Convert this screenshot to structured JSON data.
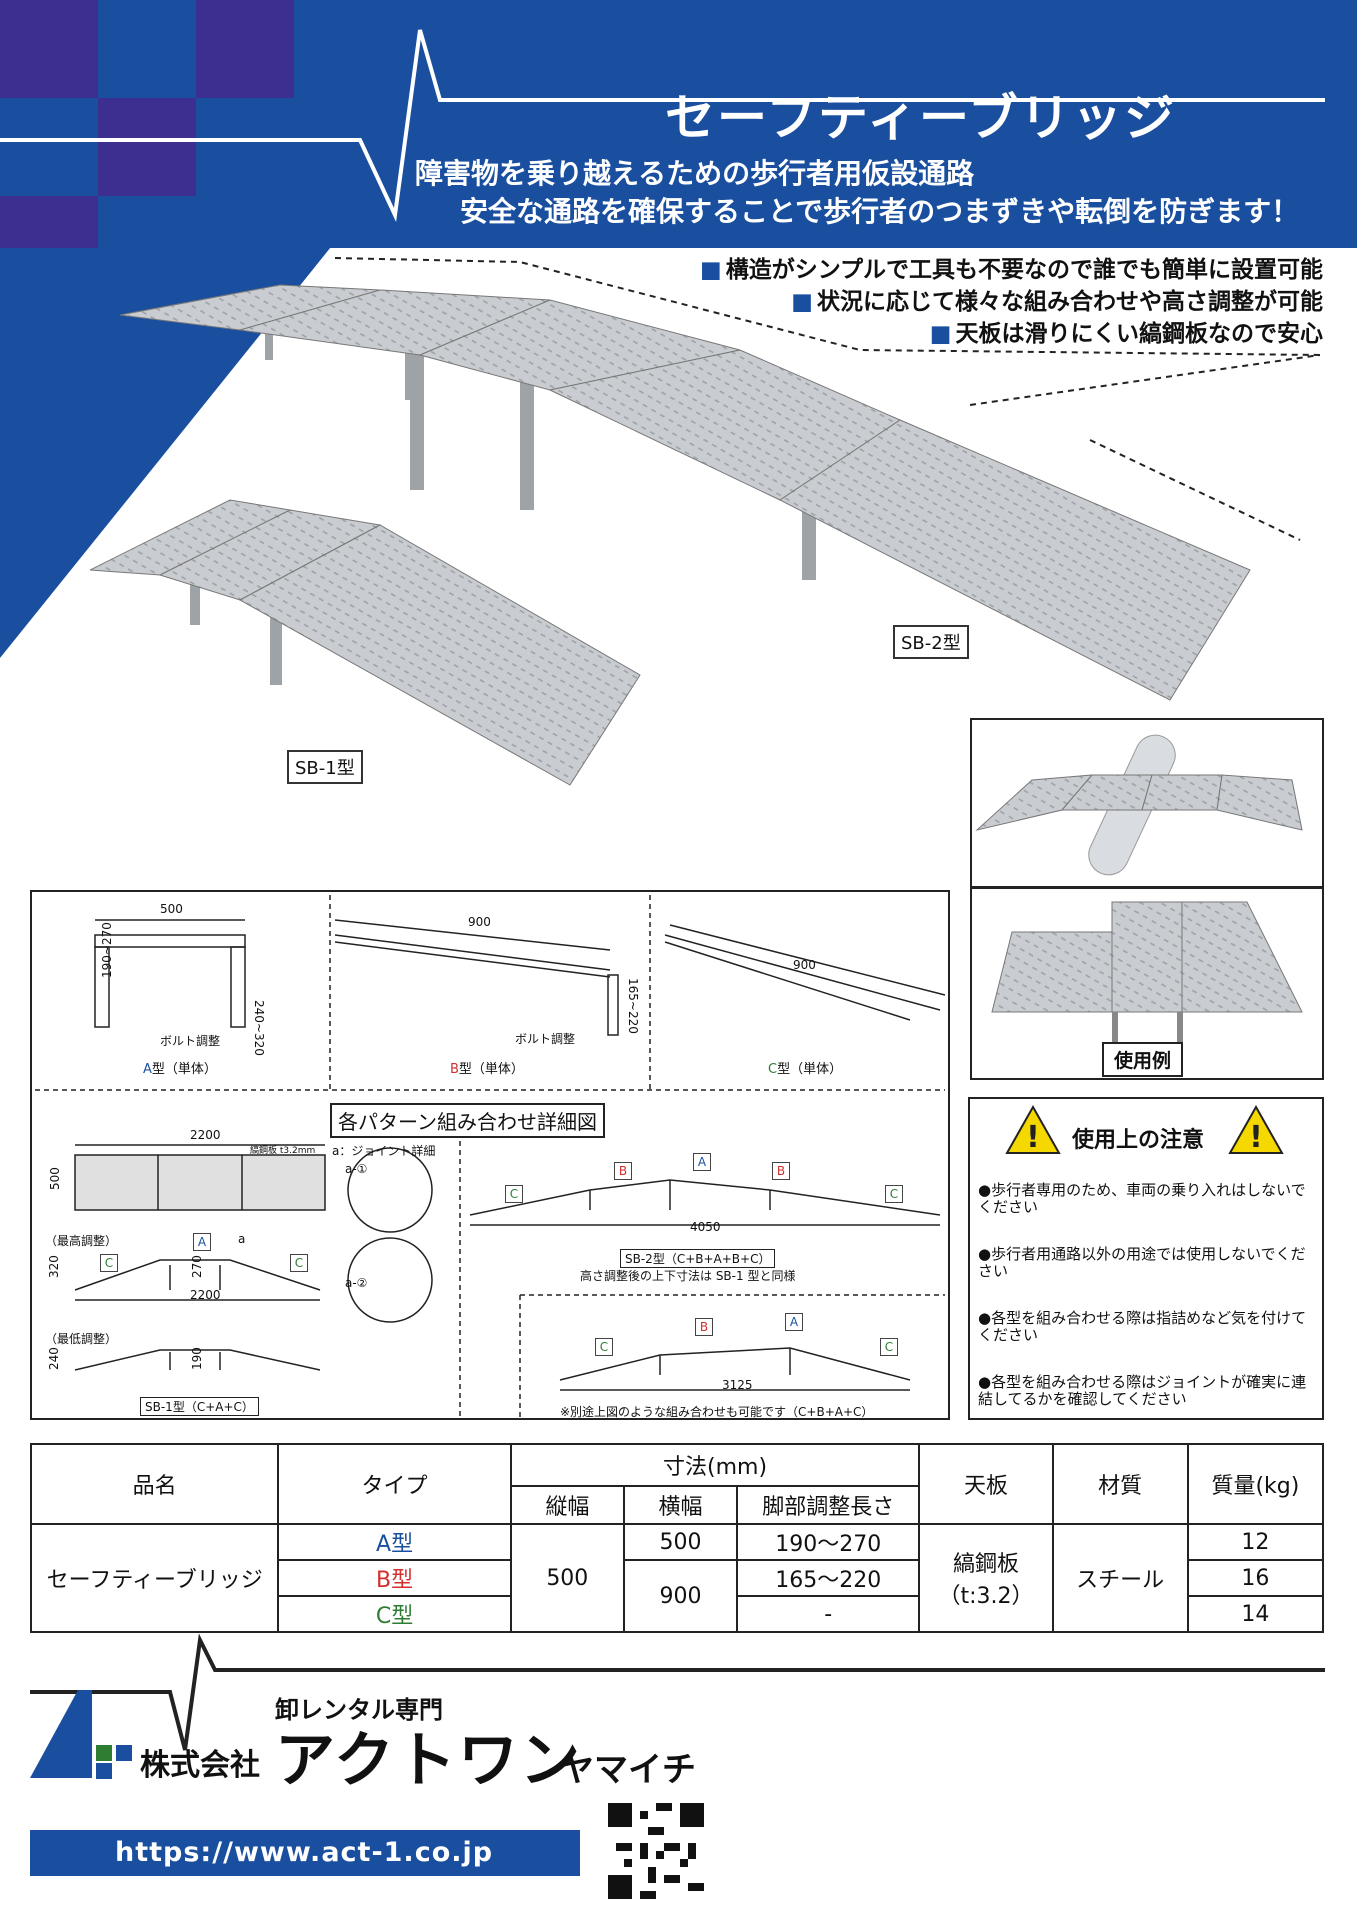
{
  "header": {
    "title": "セーフティーブリッジ",
    "subtitle_1": "障害物を乗り越えるための歩行者用仮設通路",
    "subtitle_2": "安全な通路を確保することで歩行者のつまずきや転倒を防ぎます！",
    "brand_blue": "#1a4fa0",
    "accent_purple": "#3c2f8f"
  },
  "features": [
    "構造がシンプルで工具も不要なので誰でも簡単に設置可能",
    "状況に応じて様々な組み合わせや高さ調整が可能",
    "天板は滑りにくい縞鋼板なので安心"
  ],
  "photos": {
    "sb2_label": "SB-2型",
    "sb1_label": "SB-1型",
    "usage_label": "使用例"
  },
  "diagram_single": {
    "a_width": "500",
    "a_height_range": "190~270",
    "a_total_range": "240~320",
    "a_bolt": "ボルト調整",
    "a_type_letter": "A",
    "a_type_suffix": "型（単体）",
    "b_length": "900",
    "b_height_range": "165~220",
    "b_bolt": "ボルト調整",
    "b_type_letter": "B",
    "b_type_suffix": "型（単体）",
    "c_length": "900",
    "c_type_letter": "C",
    "c_type_suffix": "型（単体）"
  },
  "diagram_combo": {
    "heading": "各パターン組み合わせ詳細図",
    "top_width": "2200",
    "plate_note": "縞鋼板 t3.2mm",
    "plate_height": "500",
    "joint_title": "a：ジョイント詳細",
    "joint_1": "a-①",
    "joint_2": "a-②",
    "max_adjust": "（最高調整）",
    "max_h_outer": "320",
    "max_h_inner": "270",
    "max_width": "2200",
    "min_adjust": "（最低調整）",
    "min_h_outer": "240",
    "min_h_inner": "190",
    "sb1_caption": "SB-1型（C+A+C）",
    "sb2_width": "4050",
    "sb2_caption": "SB-2型（C+B+A+B+C）",
    "sb2_note": "高さ調整後の上下寸法は SB-1 型と同様",
    "alt_width": "3125",
    "alt_note": "※別途上図のような組み合わせも可能です（C+B+A+C）",
    "letter_a": "A",
    "letter_b": "B",
    "letter_c": "C",
    "mark_a": "a"
  },
  "cautions": {
    "heading": "使用上の注意",
    "items": [
      "●歩行者専用のため、車両の乗り入れはしないでください",
      "●歩行者用通路以外の用途では使用しないでください",
      "●各型を組み合わせる際は指詰めなど気を付けてください",
      "●各型を組み合わせる際はジョイントが確実に連結してるかを確認してください"
    ]
  },
  "spec_table": {
    "col_name": "品名",
    "col_type": "タイプ",
    "col_dims": "寸法(mm)",
    "col_depth": "縦幅",
    "col_width": "横幅",
    "col_leg": "脚部調整長さ",
    "col_top": "天板",
    "col_material": "材質",
    "col_weight": "質量(kg)",
    "product": "セーフティーブリッジ",
    "depth_value": "500",
    "top_value_1": "縞鋼板",
    "top_value_2": "（t:3.2）",
    "material_value": "スチール",
    "rows": [
      {
        "type": "A型",
        "width": "500",
        "leg": "190～270",
        "weight": "12"
      },
      {
        "type": "B型",
        "width": "900",
        "leg": "165～220",
        "weight": "16"
      },
      {
        "type": "C型",
        "leg": "-",
        "weight": "14"
      }
    ]
  },
  "footer": {
    "tagline": "卸レンタル専門",
    "company_prefix": "株式会社",
    "company_name": "アクトワン",
    "company_suffix": "ヤマイチ",
    "url": "https://www.act-1.co.jp"
  }
}
